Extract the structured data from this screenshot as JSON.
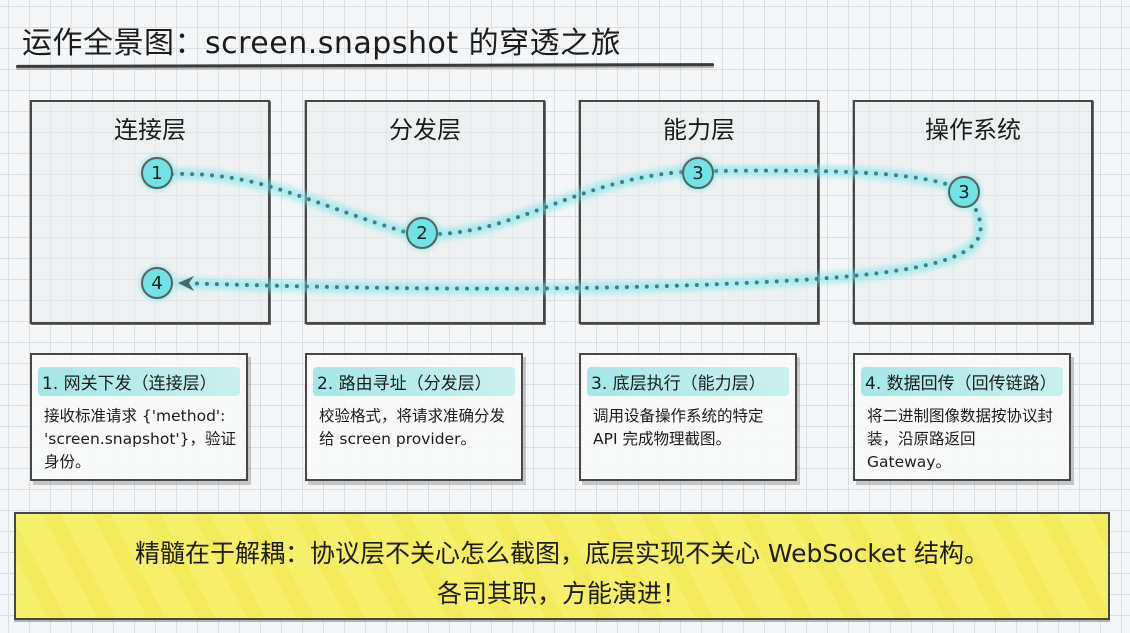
{
  "header": {
    "title": "运作全景图：screen.snapshot 的穿透之旅"
  },
  "layers": [
    {
      "label": "连接层"
    },
    {
      "label": "分发层"
    },
    {
      "label": "能力层"
    },
    {
      "label": "操作系统"
    }
  ],
  "flow": {
    "color": "#5fe0e6",
    "nodes": [
      {
        "label": "1",
        "layer": "连接层"
      },
      {
        "label": "2",
        "layer": "分发层"
      },
      {
        "label": "3",
        "layer": "能力层"
      },
      {
        "label": "3",
        "layer": "操作系统"
      },
      {
        "label": "4",
        "layer": "连接层"
      }
    ]
  },
  "steps": [
    {
      "title": "1. 网关下发（连接层）",
      "body": "接收标准请求 {'method': 'screen.snapshot'}，验证身份。"
    },
    {
      "title": "2. 路由寻址（分发层）",
      "body": "校验格式，将请求准确分发给 screen provider。"
    },
    {
      "title": "3. 底层执行（能力层）",
      "body": "调用设备操作系统的特定API 完成物理截图。"
    },
    {
      "title": "4. 数据回传（回传链路）",
      "body": "将二进制图像数据按协议封装，沿原路返回 Gateway。"
    }
  ],
  "summary": {
    "line1": "精髓在于解耦：协议层不关心怎么截图，底层实现不关心 WebSocket 结构。",
    "line2": "各司其职，方能演进！",
    "highlight_color": "#f5ee62"
  }
}
